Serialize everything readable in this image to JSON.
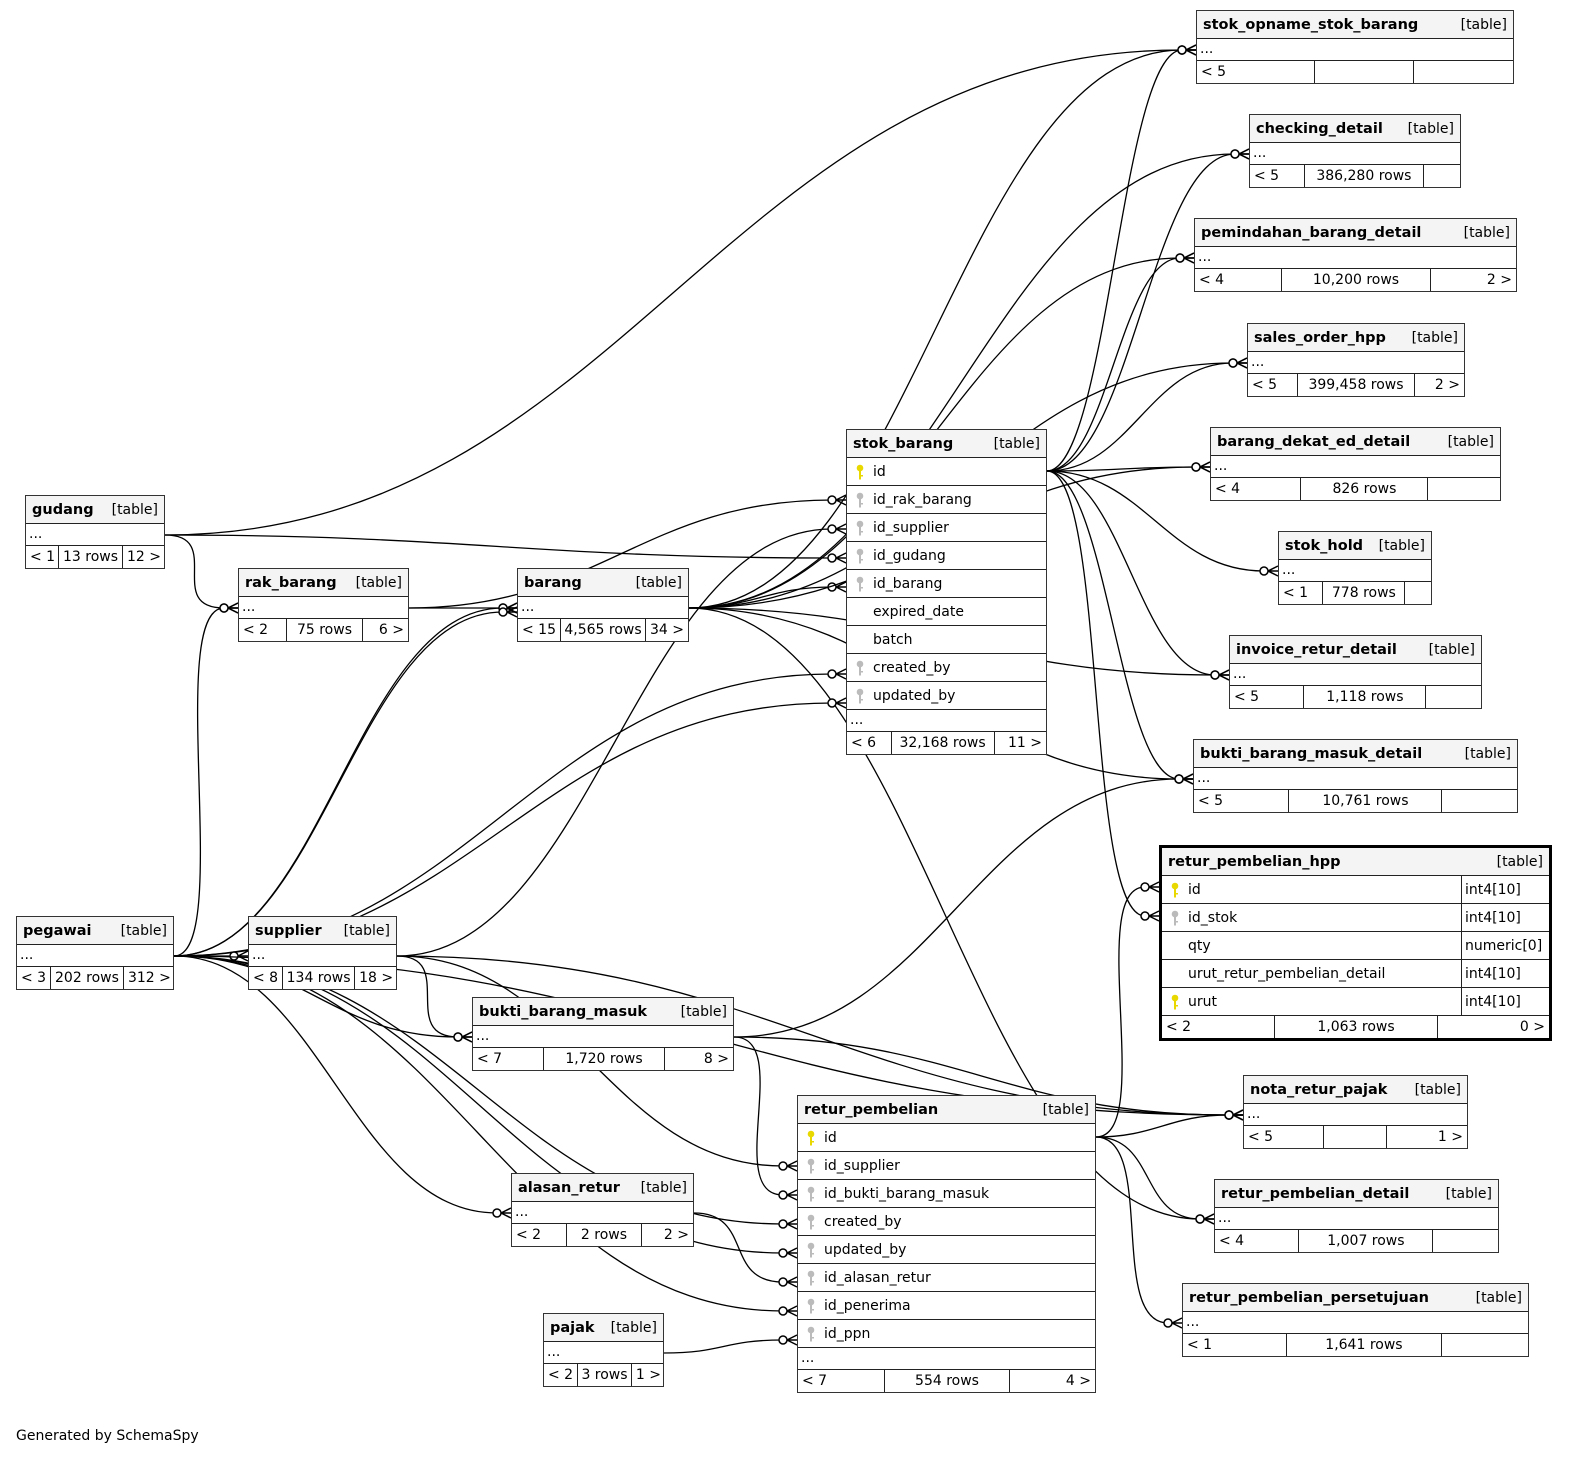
{
  "footer": "Generated by SchemaSpy",
  "kind_label": "[table]",
  "ellipsis": "...",
  "key_colors": {
    "primary": "#e8d800",
    "foreign": "#bbbbbb"
  },
  "tables": [
    {
      "id": "stok_opname_stok_barang",
      "name": "stok_opname_stok_barang",
      "columns": [],
      "footer": {
        "parents": "< 5",
        "rows": "",
        "children": ""
      }
    },
    {
      "id": "checking_detail",
      "name": "checking_detail",
      "columns": [],
      "footer": {
        "parents": "< 5",
        "rows": "386,280 rows",
        "children": ""
      }
    },
    {
      "id": "pemindahan_barang_detail",
      "name": "pemindahan_barang_detail",
      "columns": [],
      "footer": {
        "parents": "< 4",
        "rows": "10,200 rows",
        "children": "2 >"
      }
    },
    {
      "id": "sales_order_hpp",
      "name": "sales_order_hpp",
      "columns": [],
      "footer": {
        "parents": "< 5",
        "rows": "399,458 rows",
        "children": "2 >"
      }
    },
    {
      "id": "barang_dekat_ed_detail",
      "name": "barang_dekat_ed_detail",
      "columns": [],
      "footer": {
        "parents": "< 4",
        "rows": "826 rows",
        "children": ""
      }
    },
    {
      "id": "stok_hold",
      "name": "stok_hold",
      "columns": [],
      "footer": {
        "parents": "< 1",
        "rows": "778 rows",
        "children": ""
      }
    },
    {
      "id": "invoice_retur_detail",
      "name": "invoice_retur_detail",
      "columns": [],
      "footer": {
        "parents": "< 5",
        "rows": "1,118 rows",
        "children": ""
      }
    },
    {
      "id": "bukti_barang_masuk_detail",
      "name": "bukti_barang_masuk_detail",
      "columns": [],
      "footer": {
        "parents": "< 5",
        "rows": "10,761 rows",
        "children": ""
      }
    },
    {
      "id": "retur_pembelian_hpp",
      "name": "retur_pembelian_hpp",
      "focus": true,
      "columns": [
        {
          "name": "id",
          "key": "primary",
          "type": "int4[10]"
        },
        {
          "name": "id_stok",
          "key": "foreign",
          "type": "int4[10]"
        },
        {
          "name": "qty",
          "key": "",
          "type": "numeric[0]"
        },
        {
          "name": "urut_retur_pembelian_detail",
          "key": "",
          "type": "int4[10]"
        },
        {
          "name": "urut",
          "key": "primary",
          "type": "int4[10]"
        }
      ],
      "show_ellipsis": false,
      "footer": {
        "parents": "< 2",
        "rows": "1,063 rows",
        "children": "0 >"
      }
    },
    {
      "id": "nota_retur_pajak",
      "name": "nota_retur_pajak",
      "columns": [],
      "footer": {
        "parents": "< 5",
        "rows": "",
        "children": "1 >"
      }
    },
    {
      "id": "retur_pembelian_detail",
      "name": "retur_pembelian_detail",
      "columns": [],
      "footer": {
        "parents": "< 4",
        "rows": "1,007 rows",
        "children": ""
      }
    },
    {
      "id": "retur_pembelian_persetujuan",
      "name": "retur_pembelian_persetujuan",
      "columns": [],
      "footer": {
        "parents": "< 1",
        "rows": "1,641 rows",
        "children": ""
      }
    },
    {
      "id": "stok_barang",
      "name": "stok_barang",
      "columns": [
        {
          "name": "id",
          "key": "primary"
        },
        {
          "name": "id_rak_barang",
          "key": "foreign"
        },
        {
          "name": "id_supplier",
          "key": "foreign"
        },
        {
          "name": "id_gudang",
          "key": "foreign"
        },
        {
          "name": "id_barang",
          "key": "foreign"
        },
        {
          "name": "expired_date",
          "key": ""
        },
        {
          "name": "batch",
          "key": ""
        },
        {
          "name": "created_by",
          "key": "foreign"
        },
        {
          "name": "updated_by",
          "key": "foreign"
        }
      ],
      "show_ellipsis": true,
      "footer": {
        "parents": "< 6",
        "rows": "32,168 rows",
        "children": "11 >"
      }
    },
    {
      "id": "retur_pembelian",
      "name": "retur_pembelian",
      "columns": [
        {
          "name": "id",
          "key": "primary"
        },
        {
          "name": "id_supplier",
          "key": "foreign"
        },
        {
          "name": "id_bukti_barang_masuk",
          "key": "foreign"
        },
        {
          "name": "created_by",
          "key": "foreign"
        },
        {
          "name": "updated_by",
          "key": "foreign"
        },
        {
          "name": "id_alasan_retur",
          "key": "foreign"
        },
        {
          "name": "id_penerima",
          "key": "foreign"
        },
        {
          "name": "id_ppn",
          "key": "foreign"
        }
      ],
      "show_ellipsis": true,
      "footer": {
        "parents": "< 7",
        "rows": "554 rows",
        "children": "4 >"
      }
    },
    {
      "id": "gudang",
      "name": "gudang",
      "columns": [],
      "footer": {
        "parents": "< 1",
        "rows": "13 rows",
        "children": "12 >"
      }
    },
    {
      "id": "rak_barang",
      "name": "rak_barang",
      "columns": [],
      "footer": {
        "parents": "< 2",
        "rows": "75 rows",
        "children": "6 >"
      }
    },
    {
      "id": "barang",
      "name": "barang",
      "columns": [],
      "footer": {
        "parents": "< 15",
        "rows": "4,565 rows",
        "children": "34 >"
      }
    },
    {
      "id": "pegawai",
      "name": "pegawai",
      "columns": [],
      "footer": {
        "parents": "< 3",
        "rows": "202 rows",
        "children": "312 >"
      }
    },
    {
      "id": "supplier",
      "name": "supplier",
      "columns": [],
      "footer": {
        "parents": "< 8",
        "rows": "134 rows",
        "children": "18 >"
      }
    },
    {
      "id": "bukti_barang_masuk",
      "name": "bukti_barang_masuk",
      "columns": [],
      "footer": {
        "parents": "< 7",
        "rows": "1,720 rows",
        "children": "8 >"
      }
    },
    {
      "id": "alasan_retur",
      "name": "alasan_retur",
      "columns": [],
      "footer": {
        "parents": "< 2",
        "rows": "2 rows",
        "children": "2 >"
      }
    },
    {
      "id": "pajak",
      "name": "pajak",
      "columns": [],
      "footer": {
        "parents": "< 2",
        "rows": "3 rows",
        "children": "1 >"
      }
    }
  ],
  "relationships": [
    {
      "from": "gudang",
      "to": "stok_opname_stok_barang"
    },
    {
      "from": "gudang",
      "to": "stok_barang.id_gudang"
    },
    {
      "from": "gudang",
      "to": "rak_barang"
    },
    {
      "from": "pegawai",
      "to": "rak_barang"
    },
    {
      "from": "rak_barang",
      "to": "barang"
    },
    {
      "from": "rak_barang",
      "to": "stok_barang.id_rak_barang"
    },
    {
      "from": "pegawai",
      "to": "barang"
    },
    {
      "from": "pegawai",
      "to": "barang"
    },
    {
      "from": "barang",
      "to": "stok_barang.id_barang"
    },
    {
      "from": "barang",
      "to": "stok_opname_stok_barang"
    },
    {
      "from": "barang",
      "to": "checking_detail"
    },
    {
      "from": "barang",
      "to": "pemindahan_barang_detail"
    },
    {
      "from": "barang",
      "to": "sales_order_hpp"
    },
    {
      "from": "barang",
      "to": "barang_dekat_ed_detail"
    },
    {
      "from": "barang",
      "to": "bukti_barang_masuk_detail"
    },
    {
      "from": "barang",
      "to": "invoice_retur_detail"
    },
    {
      "from": "barang",
      "to": "retur_pembelian_detail"
    },
    {
      "from": "stok_barang.id",
      "to": "stok_opname_stok_barang"
    },
    {
      "from": "stok_barang.id",
      "to": "checking_detail"
    },
    {
      "from": "stok_barang.id",
      "to": "pemindahan_barang_detail"
    },
    {
      "from": "stok_barang.id",
      "to": "sales_order_hpp"
    },
    {
      "from": "stok_barang.id",
      "to": "barang_dekat_ed_detail"
    },
    {
      "from": "stok_barang.id",
      "to": "stok_hold"
    },
    {
      "from": "stok_barang.id",
      "to": "invoice_retur_detail"
    },
    {
      "from": "stok_barang.id",
      "to": "bukti_barang_masuk_detail"
    },
    {
      "from": "stok_barang.id",
      "to": "retur_pembelian_hpp.id_stok"
    },
    {
      "from": "pegawai",
      "to": "stok_barang.created_by"
    },
    {
      "from": "pegawai",
      "to": "stok_barang.updated_by"
    },
    {
      "from": "pegawai",
      "to": "supplier"
    },
    {
      "from": "pegawai",
      "to": "bukti_barang_masuk"
    },
    {
      "from": "pegawai",
      "to": "alasan_retur"
    },
    {
      "from": "pegawai",
      "to": "retur_pembelian.created_by"
    },
    {
      "from": "pegawai",
      "to": "retur_pembelian.updated_by"
    },
    {
      "from": "pegawai",
      "to": "retur_pembelian.id_penerima"
    },
    {
      "from": "pegawai",
      "to": "nota_retur_pajak"
    },
    {
      "from": "supplier",
      "to": "stok_barang.id_supplier"
    },
    {
      "from": "supplier",
      "to": "bukti_barang_masuk"
    },
    {
      "from": "supplier",
      "to": "retur_pembelian.id_supplier"
    },
    {
      "from": "supplier",
      "to": "nota_retur_pajak"
    },
    {
      "from": "bukti_barang_masuk",
      "to": "bukti_barang_masuk_detail"
    },
    {
      "from": "bukti_barang_masuk",
      "to": "retur_pembelian.id_bukti_barang_masuk"
    },
    {
      "from": "bukti_barang_masuk",
      "to": "nota_retur_pajak"
    },
    {
      "from": "alasan_retur",
      "to": "retur_pembelian.id_alasan_retur"
    },
    {
      "from": "pajak",
      "to": "retur_pembelian.id_ppn"
    },
    {
      "from": "retur_pembelian.id",
      "to": "retur_pembelian_hpp.id"
    },
    {
      "from": "retur_pembelian.id",
      "to": "nota_retur_pajak"
    },
    {
      "from": "retur_pembelian.id",
      "to": "retur_pembelian_detail"
    },
    {
      "from": "retur_pembelian.id",
      "to": "retur_pembelian_persetujuan"
    }
  ]
}
